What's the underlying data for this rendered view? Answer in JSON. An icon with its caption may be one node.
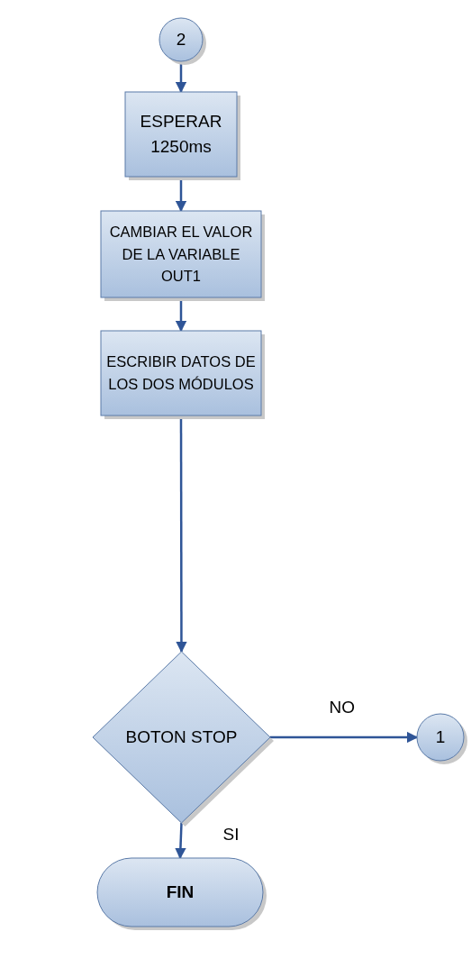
{
  "diagram": {
    "nodes": [
      {
        "text": [
          "2"
        ]
      },
      {
        "text": [
          "ESPERAR 1250ms"
        ]
      },
      {
        "text": [
          "CAMBIAR EL VALOR DE LA VARIABLE OUT1"
        ]
      },
      {
        "text": [
          "ESCRIBIR DATOS DE LOS DOS MÓDULOS"
        ]
      },
      {
        "text": [
          "BOTON STOP"
        ]
      },
      {
        "text": [
          "1"
        ]
      },
      {
        "text": [
          "FIN"
        ]
      }
    ],
    "edges": [
      {
        "from": 0,
        "to": 1,
        "arrow": "to"
      },
      {
        "from": 1,
        "to": 2,
        "arrow": "to"
      },
      {
        "from": 2,
        "to": 3,
        "arrow": "to"
      },
      {
        "from": 3,
        "to": 4,
        "arrow": "to"
      },
      {
        "from": 4,
        "to": 5,
        "arrow": "to",
        "label": "NO"
      },
      {
        "from": 4,
        "to": 6,
        "arrow": "to",
        "label": "SI"
      }
    ]
  }
}
